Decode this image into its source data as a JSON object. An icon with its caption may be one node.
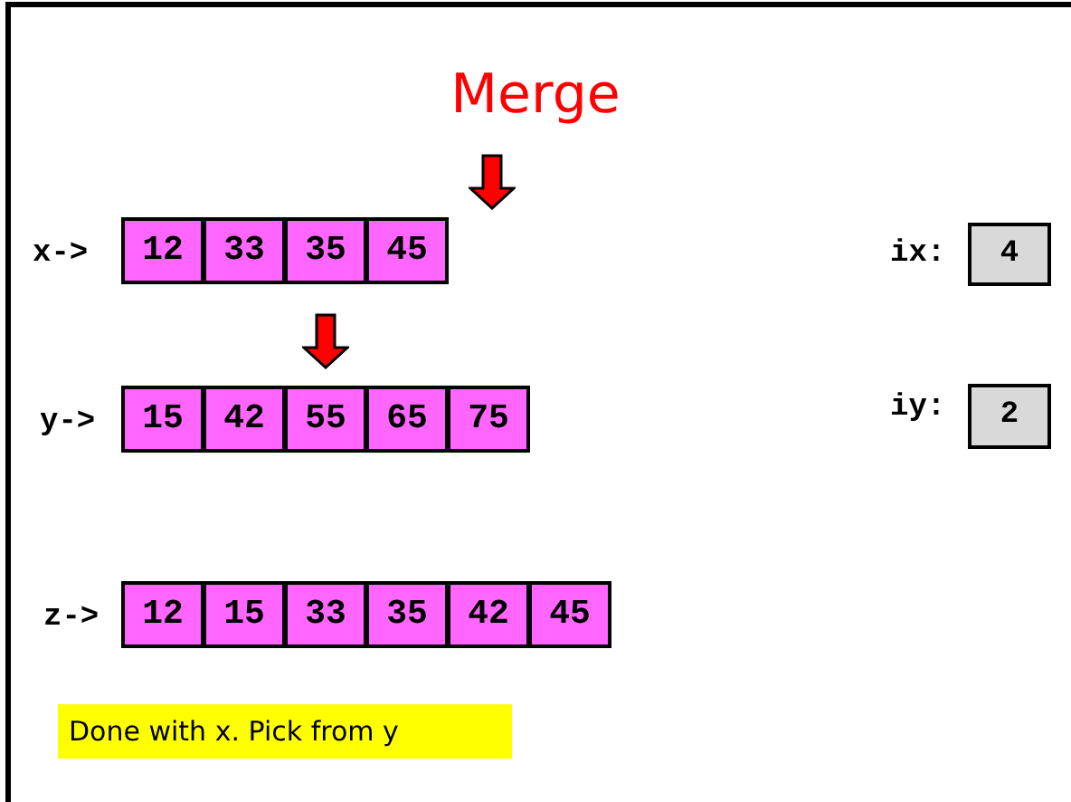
{
  "diagram": {
    "title": "Merge",
    "nodes": [
      {
        "text": [
          "12"
        ],
        "beside": [
          "x->"
        ]
      },
      {
        "text": [
          "33"
        ]
      },
      {
        "text": [
          "35"
        ]
      },
      {
        "text": [
          "45"
        ]
      },
      {
        "text": [
          "15"
        ],
        "beside": [
          "y->"
        ]
      },
      {
        "text": [
          "42"
        ]
      },
      {
        "text": [
          "55"
        ]
      },
      {
        "text": [
          "65"
        ]
      },
      {
        "text": [
          "75"
        ]
      },
      {
        "text": [
          "12"
        ],
        "beside": [
          "z->"
        ]
      },
      {
        "text": [
          "15"
        ]
      },
      {
        "text": [
          "33"
        ]
      },
      {
        "text": [
          "35"
        ]
      },
      {
        "text": [
          "42"
        ]
      },
      {
        "text": [
          "45"
        ]
      },
      {
        "text": [
          "4"
        ],
        "beside": [
          "ix:"
        ]
      },
      {
        "text": [
          "2"
        ],
        "beside": [
          "iy:"
        ]
      },
      {
        "text": [
          "Done with x. Pick from y"
        ]
      }
    ],
    "edges": [
      {
        "from": null,
        "to": 6,
        "arrow": "to",
        "style": "thick",
        "color": "#ff0000"
      }
    ]
  }
}
